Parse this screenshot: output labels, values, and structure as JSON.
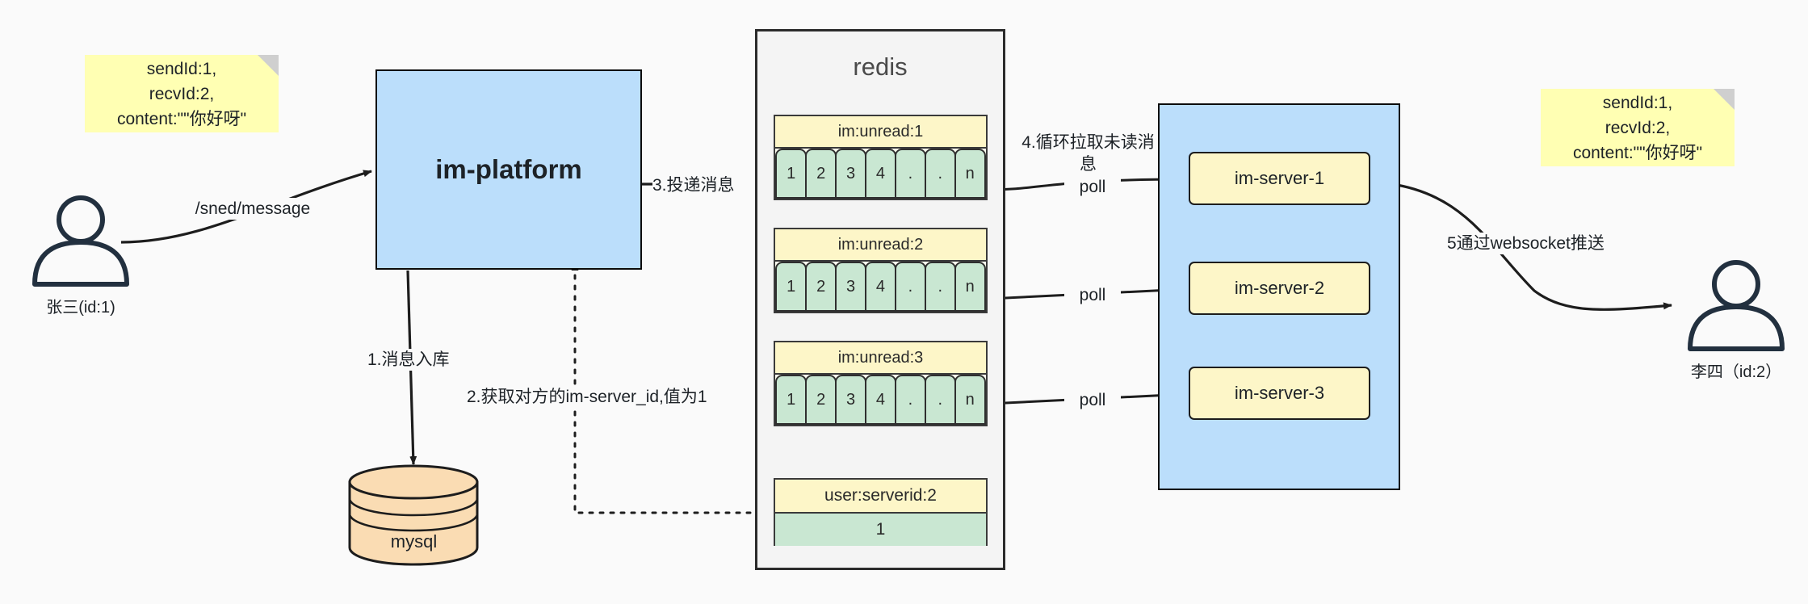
{
  "diagram": {
    "title": "IM message delivery architecture",
    "colors": {
      "background": "#fafafa",
      "blue_fill": "#bbdefb",
      "note_fill": "#ffffb3",
      "key_fill": "#fdf6c8",
      "cell_fill": "#c9e7d2",
      "container_fill": "#f4f4f4",
      "mysql_fill": "#fadcb3",
      "stroke": "#1d1d1d"
    }
  },
  "notes": {
    "left": {
      "lines": [
        "sendId:1,",
        "recvId:2,",
        "content:\"\"你好呀\""
      ]
    },
    "right": {
      "lines": [
        "sendId:1,",
        "recvId:2,",
        "content:\"\"你好呀\""
      ]
    }
  },
  "actors": {
    "sender": {
      "label": "张三(id:1)",
      "icon": "person-icon"
    },
    "receiver": {
      "label": "李四（id:2）",
      "icon": "person-icon"
    }
  },
  "nodes": {
    "im_platform": {
      "label": "im-platform"
    },
    "mysql": {
      "label": "mysql"
    },
    "redis": {
      "label": "redis"
    },
    "im_server_container": {
      "label": ""
    }
  },
  "redis_keys": [
    {
      "name": "im:unread:1",
      "cells": [
        "1",
        "2",
        "3",
        "4",
        ".",
        ".",
        "n"
      ]
    },
    {
      "name": "im:unread:2",
      "cells": [
        "1",
        "2",
        "3",
        "4",
        ".",
        ".",
        "n"
      ]
    },
    {
      "name": "im:unread:3",
      "cells": [
        "1",
        "2",
        "3",
        "4",
        ".",
        ".",
        "n"
      ]
    }
  ],
  "redis_kv": {
    "key": "user:serverid:2",
    "value": "1"
  },
  "im_servers": [
    {
      "label": "im-server-1"
    },
    {
      "label": "im-server-2"
    },
    {
      "label": "im-server-3"
    }
  ],
  "edges": {
    "send_message": "/sned/message",
    "step1": "1.消息入库",
    "step2": "2.获取对方的im-server_id,值为1",
    "step3": "3.投递消息",
    "step4": "4.循环拉取未读消\n息",
    "step5": "5通过websocket推送",
    "poll1": "poll",
    "poll2": "poll",
    "poll3": "poll"
  }
}
